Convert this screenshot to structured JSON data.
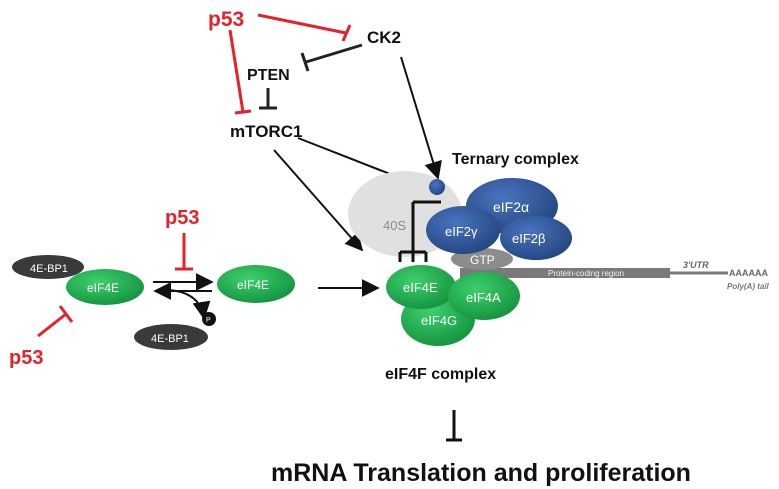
{
  "labels": {
    "p53_top": "p53",
    "ck2": "CK2",
    "pten": "PTEN",
    "mtorc1": "mTORC1",
    "ternary_complex": "Ternary complex",
    "p53_middle": "p53",
    "p53_bottom": "p53",
    "eif4f_complex": "eIF4F complex",
    "mrna_translation": "mRNA Translation and proliferation"
  },
  "nodes": {
    "ribosome_40s": "40S",
    "eif2_alpha": "eIF2α",
    "eif2_gamma": "eIF2γ",
    "eif2_beta": "eIF2β",
    "gtp": "GTP",
    "eif4e_bound": "eIF4E",
    "eif4a": "eIF4A",
    "eif4g": "eIF4G",
    "eif4e_left": "eIF4E",
    "eif4e_free": "eIF4E",
    "bp1_top": "4E-BP1",
    "bp1_bottom": "4E-BP1",
    "phospho": "P"
  },
  "mrna": {
    "coding_region": "Protein-coding region",
    "utr": "3'UTR",
    "polya_seq": "AAAAAA",
    "polya_tail": "Poly(A) tail"
  },
  "colors": {
    "inhibition": "#e8202a",
    "green": "#1aa64a",
    "blue": "#2f5597",
    "dark_oval": "#3a3a3a",
    "ribosome": "#e0e0e0"
  }
}
